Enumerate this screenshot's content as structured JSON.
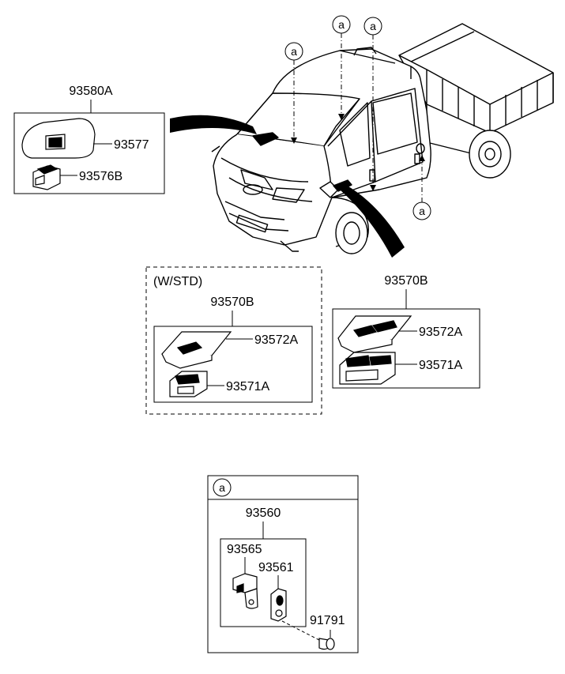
{
  "callout_marker": "a",
  "switch_group_front": {
    "assembly": "93580A",
    "cover": "93577",
    "switch": "93576B"
  },
  "std_variant": {
    "title": "(W/STD)",
    "assembly": "93570B",
    "cover": "93572A",
    "switch": "93571A"
  },
  "switch_group_rear": {
    "assembly": "93570B",
    "cover": "93572A",
    "switch": "93571A"
  },
  "detail_a": {
    "marker": "a",
    "assembly": "93560",
    "part_left": "93565",
    "part_right": "93561",
    "screw": "91791"
  }
}
